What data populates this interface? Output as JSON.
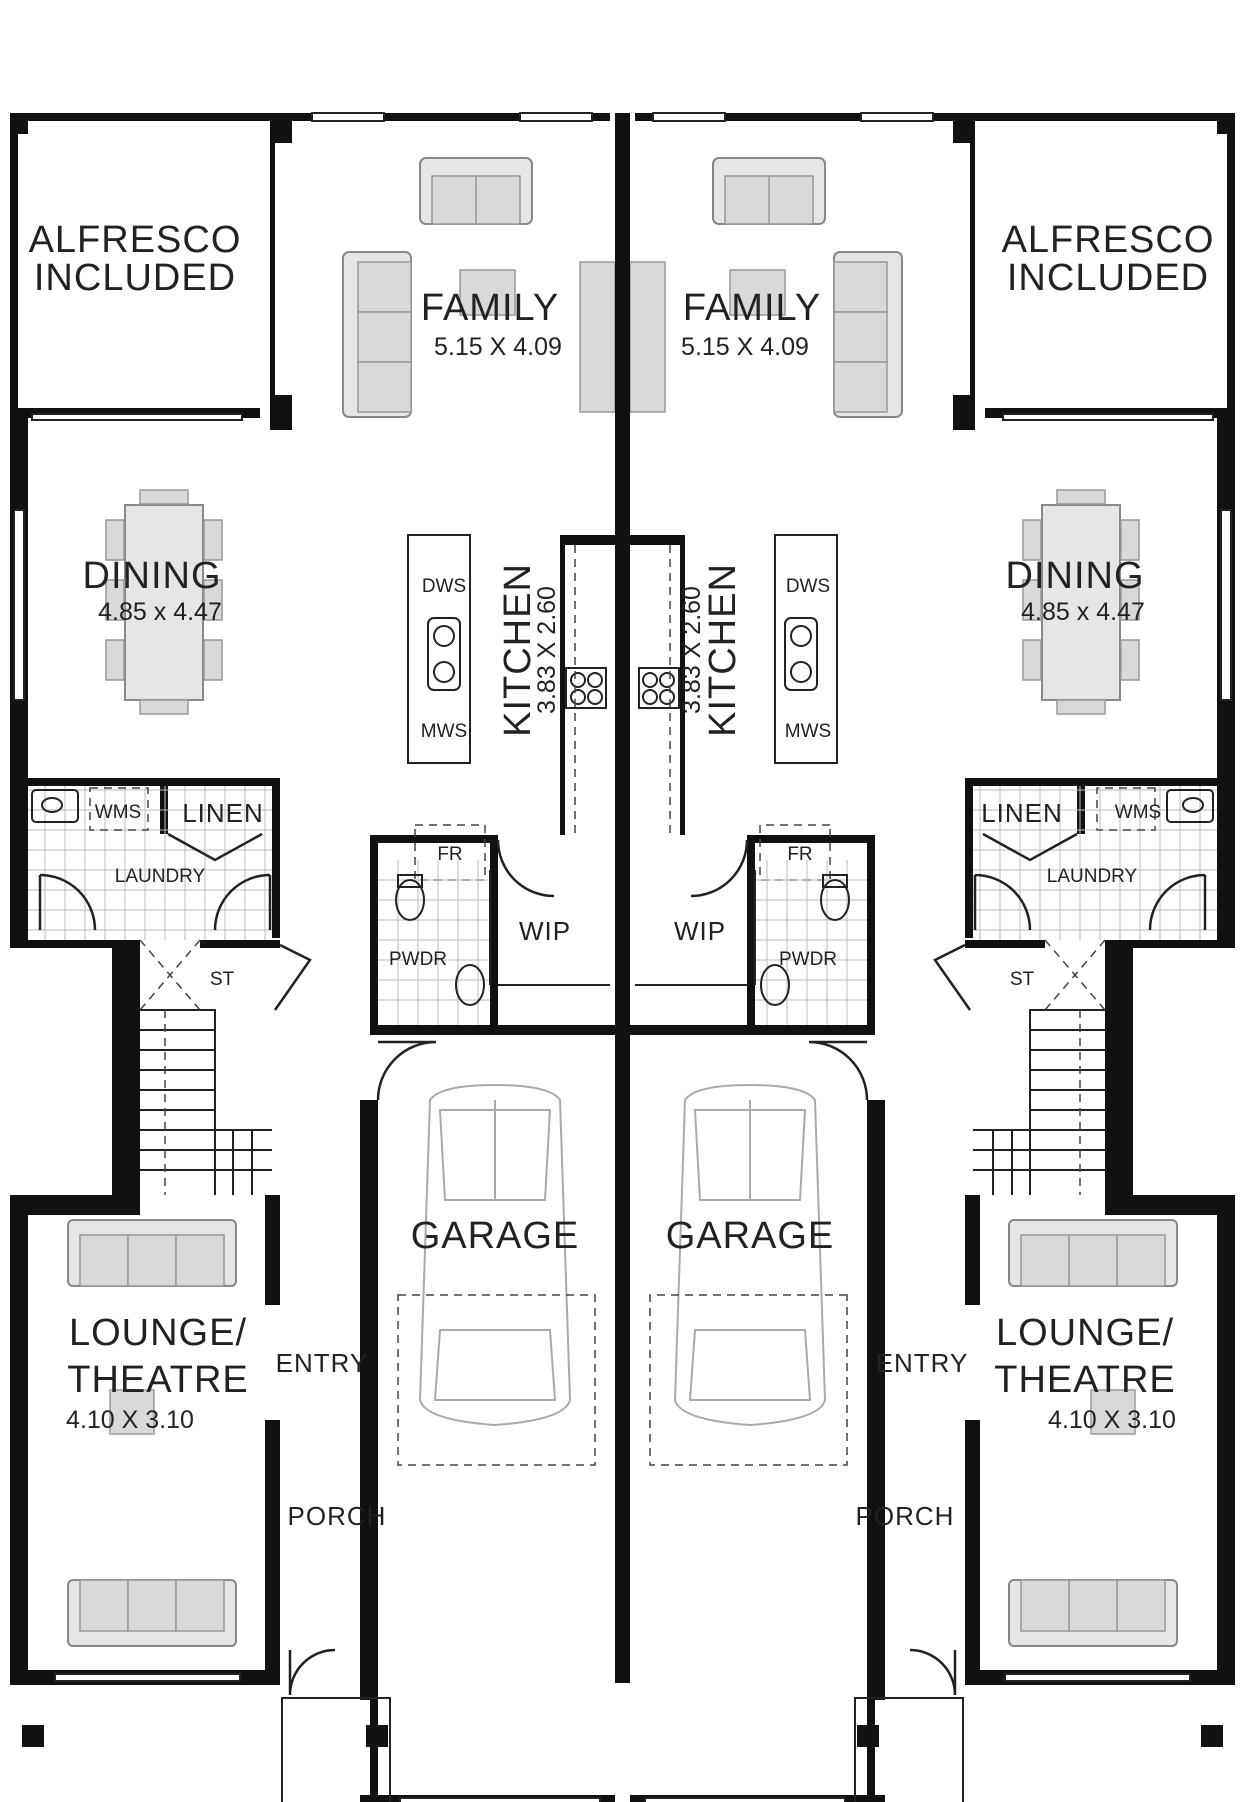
{
  "plan": {
    "left": {
      "alfresco": [
        "ALFRESCO",
        "INCLUDED"
      ],
      "family": {
        "name": "FAMILY",
        "dim": "5.15 X 4.09"
      },
      "dining": {
        "name": "DINING",
        "dim": "4.85 x 4.47"
      },
      "kitchen": {
        "name": "KITCHEN",
        "dim": "3.83 X 2.60"
      },
      "dws": "DWS",
      "mws": "MWS",
      "wms": "WMS",
      "linen": "LINEN",
      "laundry": "LAUNDRY",
      "fr": "FR",
      "wip": "WIP",
      "pwdr": "PWDR",
      "st": "ST",
      "garage": "GARAGE",
      "lounge": {
        "line1": "LOUNGE/",
        "line2": "THEATRE",
        "dim": "4.10 X 3.10"
      },
      "entry": "ENTRY",
      "porch": "PORCH"
    },
    "right": {
      "alfresco": [
        "ALFRESCO",
        "INCLUDED"
      ],
      "family": {
        "name": "FAMILY",
        "dim": "5.15 X 4.09"
      },
      "dining": {
        "name": "DINING",
        "dim": "4.85 x 4.47"
      },
      "kitchen": {
        "name": "KITCHEN",
        "dim": "3.83 X 2.60"
      },
      "dws": "DWS",
      "mws": "MWS",
      "wms": "WMS",
      "linen": "LINEN",
      "laundry": "LAUNDRY",
      "fr": "FR",
      "wip": "WIP",
      "pwdr": "PWDR",
      "st": "ST",
      "garage": "GARAGE",
      "lounge": {
        "line1": "LOUNGE/",
        "line2": "THEATRE",
        "dim": "4.10 X 3.10"
      },
      "entry": "ENTRY",
      "porch": "PORCH"
    }
  }
}
